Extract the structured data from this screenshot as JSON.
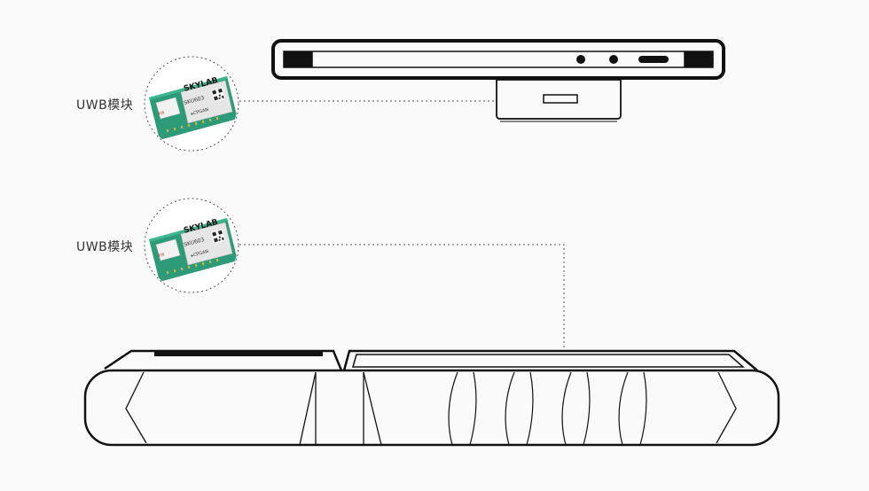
{
  "modules": [
    {
      "label": "UWB模块",
      "brand": "SKYLAB",
      "model": "SKU603",
      "mark": "CPGAN",
      "antenna_text": "天线"
    },
    {
      "label": "UWB模块",
      "brand": "SKYLAB",
      "model": "SKU603",
      "mark": "CPGAN",
      "antenna_text": "天线"
    }
  ],
  "colors": {
    "line": "#111111",
    "dotted": "#555555",
    "pcb": "#2e9b78",
    "shield": "#e9e9e9",
    "background": "#fafafa"
  }
}
